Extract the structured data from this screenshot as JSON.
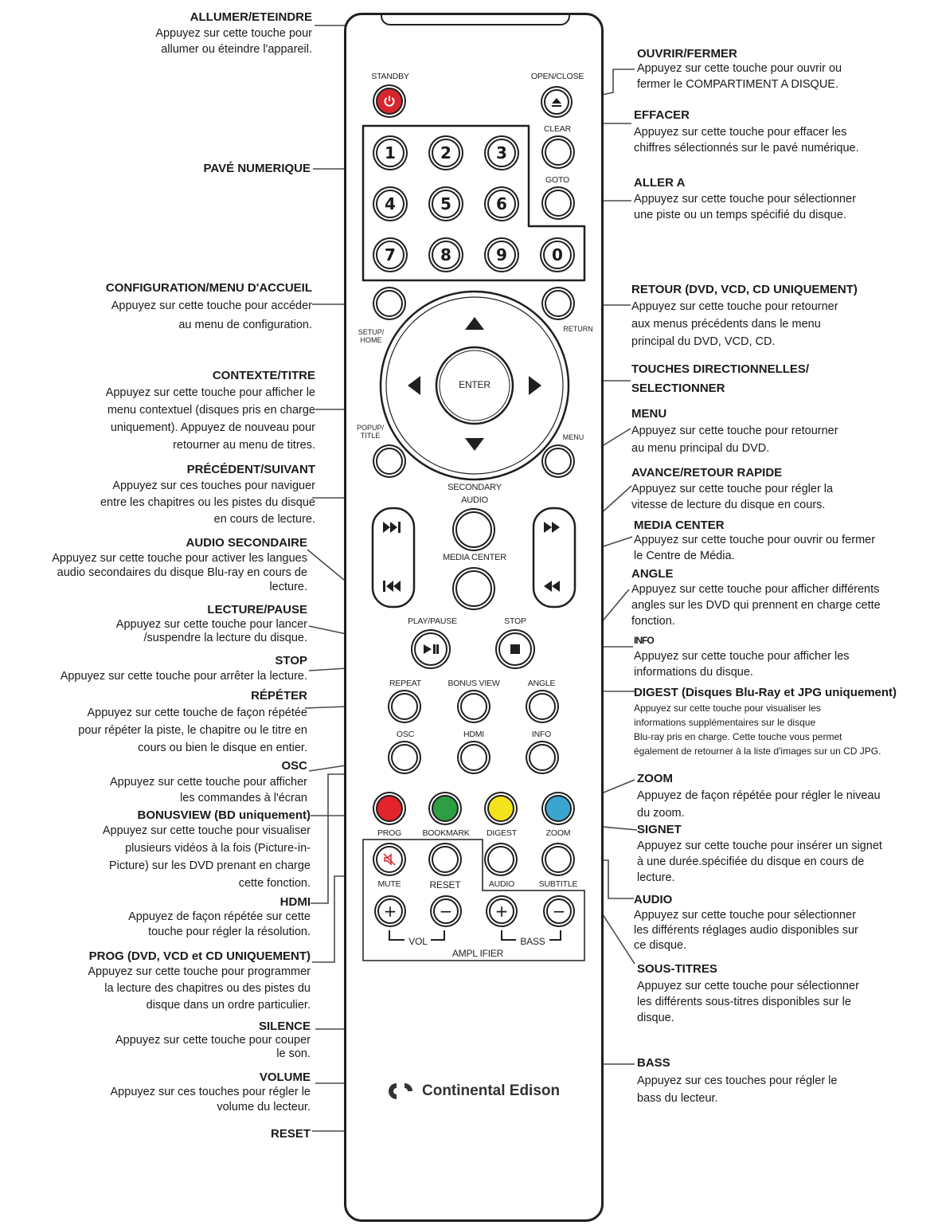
{
  "remote": {
    "keys": {
      "standby": "STANDBY",
      "open_close": "OPEN/CLOSE",
      "clear": "CLEAR",
      "goto": "GOTO",
      "digits": [
        "1",
        "2",
        "3",
        "4",
        "5",
        "6",
        "7",
        "8",
        "9",
        "0"
      ],
      "setup_home": "SETUP/\nHOME",
      "return": "RETURN",
      "enter": "ENTER",
      "popup_title": "POPUP/\nTITLE",
      "menu": "MENU",
      "secondary_audio": "SECONDARY\nAUDIO",
      "media_center": "MEDIA CENTER",
      "play_pause": "PLAY/PAUSE",
      "stop": "STOP",
      "repeat": "REPEAT",
      "bonus_view": "BONUS VIEW",
      "angle": "ANGLE",
      "osc": "OSC",
      "hdmi": "HDMI",
      "info": "INFO",
      "prog": "PROG",
      "bookmark": "BOOKMARK",
      "digest": "DIGEST",
      "zoom": "ZOOM",
      "mute": "MUTE",
      "reset": "RESET",
      "audio": "AUDIO",
      "subtitle": "SUBTITLE",
      "plus": "+",
      "minus": "−",
      "vol": "VOL",
      "bass": "BASS",
      "amplifier": "AMPL IFIER"
    },
    "brand": "Continental Edison",
    "colors": {
      "standby": "#d7262e",
      "red": "#e3242b",
      "green": "#2e9e44",
      "yellow": "#f4e31a",
      "blue": "#3aa6d0"
    }
  },
  "annotations": {
    "left": [
      {
        "title": "ALLUMER/ETEINDRE",
        "desc": "Appuyez sur cette touche pour\nallumer ou éteindre l'appareil."
      },
      {
        "title": "PAVÉ NUMERIQUE",
        "desc": ""
      },
      {
        "title": "CONFIGURATION/MENU D'ACCUEIL",
        "desc": "Appuyez sur cette touche pour accéder\nau menu de configuration."
      },
      {
        "title": "CONTEXTE/TITRE",
        "desc": "Appuyez sur cette touche pour afficher le\nmenu contextuel (disques pris en charge\nuniquement). Appuyez de nouveau pour\nretourner au menu de titres."
      },
      {
        "title": "PRÉCÉDENT/SUIVANT",
        "desc": "Appuyez sur ces touches pour naviguer\nentre les chapitres ou les pistes du disque\nen cours de lecture."
      },
      {
        "title": "AUDIO SECONDAIRE",
        "desc": "Appuyez sur cette touche pour activer les langues\naudio secondaires du disque Blu-ray en cours de\nlecture."
      },
      {
        "title": "LECTURE/PAUSE",
        "desc": "Appuyez sur cette touche pour lancer\n/suspendre la lecture du disque."
      },
      {
        "title": "STOP",
        "desc": "Appuyez sur cette touche pour arrêter la lecture."
      },
      {
        "title": "RÉPÉTER",
        "desc": "Appuyez sur cette touche de façon répétée\npour répéter la piste, le chapitre ou le titre en\ncours ou bien le disque en entier."
      },
      {
        "title": "OSC",
        "desc": "Appuyez sur cette touche pour afficher\nles commandes à l'écran"
      },
      {
        "title": "BONUSVIEW (BD uniquement)",
        "desc": "Appuyez sur cette touche pour visualiser\nplusieurs vidéos à la fois (Picture-in-\nPicture) sur les DVD prenant en charge\ncette fonction."
      },
      {
        "title": "HDMI",
        "desc": "Appuyez de façon répétée sur cette\ntouche pour régler la résolution."
      },
      {
        "title": "PROG (DVD, VCD et CD UNIQUEMENT)",
        "desc": "Appuyez sur cette touche pour programmer\nla lecture des chapitres ou des pistes du\ndisque dans un ordre particulier."
      },
      {
        "title": "SILENCE",
        "desc": "Appuyez sur cette touche pour couper\nle son."
      },
      {
        "title": "VOLUME",
        "desc": "Appuyez sur ces touches pour régler le\nvolume du lecteur."
      },
      {
        "title": "RESET",
        "desc": ""
      }
    ],
    "right": [
      {
        "title": "OUVRIR/FERMER",
        "desc": "Appuyez sur cette touche pour ouvrir ou\nfermer le COMPARTIMENT A DISQUE."
      },
      {
        "title": "EFFACER",
        "desc": "Appuyez sur cette touche pour effacer les\nchiffres sélectionnés sur le pavé numérique."
      },
      {
        "title": "ALLER A",
        "desc": "Appuyez sur cette touche pour sélectionner\nune piste ou un temps spécifié du disque."
      },
      {
        "title": "RETOUR (DVD, VCD, CD UNIQUEMENT)",
        "desc": "Appuyez sur cette touche pour retourner\naux menus précédents dans le menu\nprincipal du DVD, VCD, CD."
      },
      {
        "title": "TOUCHES DIRECTIONNELLES/\nSELECTIONNER",
        "desc": ""
      },
      {
        "title": "MENU",
        "desc": "Appuyez sur cette touche pour retourner\nau menu principal du DVD."
      },
      {
        "title": "AVANCE/RETOUR RAPIDE",
        "desc": "Appuyez sur cette touche pour régler la\nvitesse de lecture du disque en cours."
      },
      {
        "title": "MEDIA CENTER",
        "desc": "Appuyez sur cette touche pour ouvrir ou fermer\nle Centre de Média."
      },
      {
        "title": "ANGLE",
        "desc": "Appuyez sur cette touche pour afficher différents\nangles sur les DVD qui prennent en charge cette\nfonction."
      },
      {
        "title": "INFO",
        "desc": "Appuyez sur cette touche pour afficher les\ninformations du disque."
      },
      {
        "title": "DIGEST (Disques Blu-Ray et JPG uniquement)",
        "desc": "Appuyez sur cette touche pour visualiser les\ninformations supplémentaires sur le disque\nBlu-ray pris en charge. Cette touche vous permet\négalement de retourner à la liste d'images sur un CD JPG."
      },
      {
        "title": "ZOOM",
        "desc": "Appuyez de façon répétée pour régler le niveau\ndu zoom."
      },
      {
        "title": "SIGNET",
        "desc": "Appuyez sur cette touche pour insérer un signet\nà une durée.spécifiée du disque en cours de\nlecture."
      },
      {
        "title": "AUDIO",
        "desc": "Appuyez sur cette touche pour sélectionner\nles différents réglages audio disponibles sur\nce disque."
      },
      {
        "title": "SOUS-TITRES",
        "desc": "Appuyez sur cette touche pour sélectionner\nles différents sous-titres disponibles sur le\ndisque."
      },
      {
        "title": "BASS",
        "desc": "Appuyez sur ces touches pour régler le\nbass du lecteur."
      }
    ]
  }
}
